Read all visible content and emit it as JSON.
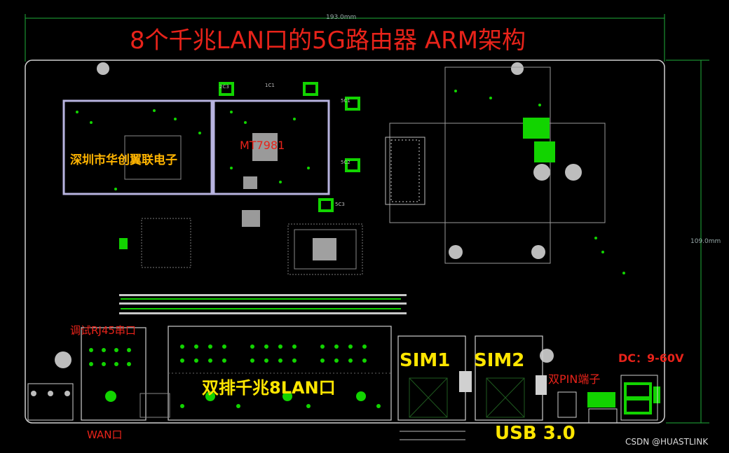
{
  "title": "8个千兆LAN口的5G路由器 ARM架构",
  "dimensions": {
    "width": "193.0mm",
    "height": "109.0mm"
  },
  "labels": {
    "company": "深圳市华创翼联电子",
    "chip": "MT7981",
    "debug_port": "调试RJ45串口",
    "lan_ports": "双排千兆8LAN口",
    "wan_port": "WAN口",
    "sim1": "SIM1",
    "sim2": "SIM2",
    "usb": "USB 3.0",
    "dual_pin": "双PIN端子",
    "dc": "DC：9-60V"
  },
  "component_refs": {
    "c501": "5C1",
    "c502": "5C2",
    "c503": "5C3",
    "c203": "2C3",
    "cy": "1C1"
  },
  "watermark": "CSDN @HUASTLINK",
  "colors": {
    "title": "#e8231a",
    "orange": "#ffb400",
    "yellow": "#ffe600",
    "board_outline": "#cfcfcf",
    "pad_green": "#12d400",
    "frame": "#b8b4e0"
  }
}
